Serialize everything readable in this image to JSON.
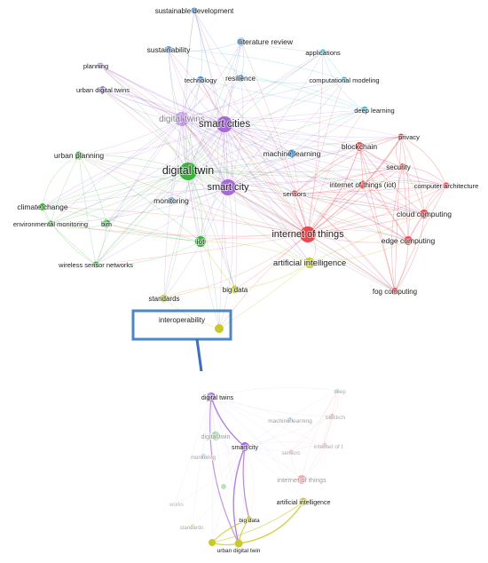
{
  "colors": {
    "red": "#e84a4f",
    "purple": "#a56ad8",
    "green": "#3cb33c",
    "blue": "#4a8fd4",
    "cyan": "#3cbcd4",
    "yellow": "#c9c92a",
    "highlight": "#4a86c8",
    "label": "#222222"
  },
  "main_network": {
    "nodes": [
      {
        "id": "sustainable_development",
        "label": "sustainable development",
        "cluster": "blue"
      },
      {
        "id": "literature_review",
        "label": "literature review",
        "cluster": "blue"
      },
      {
        "id": "sustainability",
        "label": "sustainability",
        "cluster": "blue"
      },
      {
        "id": "applications",
        "label": "applications",
        "cluster": "cyan"
      },
      {
        "id": "planning",
        "label": "planning",
        "cluster": "purple"
      },
      {
        "id": "technology",
        "label": "technology",
        "cluster": "blue"
      },
      {
        "id": "resilience",
        "label": "resilience",
        "cluster": "blue"
      },
      {
        "id": "computational_modeling",
        "label": "computational modeling",
        "cluster": "cyan"
      },
      {
        "id": "urban_digital_twins",
        "label": "urban digital twins",
        "cluster": "purple"
      },
      {
        "id": "deep_learning",
        "label": "deep learning",
        "cluster": "cyan"
      },
      {
        "id": "digital_twins",
        "label": "digital twins",
        "cluster": "purple"
      },
      {
        "id": "smart_cities",
        "label": "smart cities",
        "cluster": "purple"
      },
      {
        "id": "privacy",
        "label": "privacy",
        "cluster": "red"
      },
      {
        "id": "blockchain",
        "label": "blockchain",
        "cluster": "red"
      },
      {
        "id": "urban_planning",
        "label": "urban planning",
        "cluster": "green"
      },
      {
        "id": "machine_learning",
        "label": "machine learning",
        "cluster": "blue"
      },
      {
        "id": "security",
        "label": "security",
        "cluster": "red"
      },
      {
        "id": "digital_twin",
        "label": "digital twin",
        "cluster": "green"
      },
      {
        "id": "smart_city",
        "label": "smart city",
        "cluster": "purple"
      },
      {
        "id": "internet_of_things_iot",
        "label": "internet of things (iot)",
        "cluster": "red"
      },
      {
        "id": "computer_architecture",
        "label": "computer architecture",
        "cluster": "red"
      },
      {
        "id": "sensors",
        "label": "sensors",
        "cluster": "red"
      },
      {
        "id": "monitoring",
        "label": "monitoring",
        "cluster": "blue"
      },
      {
        "id": "climate_change",
        "label": "climate change",
        "cluster": "green"
      },
      {
        "id": "cloud_computing",
        "label": "cloud computing",
        "cluster": "red"
      },
      {
        "id": "environmental_monitoring",
        "label": "environmental monitoring",
        "cluster": "green"
      },
      {
        "id": "bim",
        "label": "bim",
        "cluster": "green"
      },
      {
        "id": "internet_of_things",
        "label": "internet of things",
        "cluster": "red"
      },
      {
        "id": "iot",
        "label": "iot",
        "cluster": "green"
      },
      {
        "id": "edge_computing",
        "label": "edge computing",
        "cluster": "red"
      },
      {
        "id": "wireless_sensor_networks",
        "label": "wireless sensor networks",
        "cluster": "green"
      },
      {
        "id": "artificial_intelligence",
        "label": "artificial intelligence",
        "cluster": "yellow"
      },
      {
        "id": "fog_computing",
        "label": "fog computing",
        "cluster": "red"
      },
      {
        "id": "big_data",
        "label": "big data",
        "cluster": "yellow"
      },
      {
        "id": "standards",
        "label": "standards",
        "cluster": "yellow"
      },
      {
        "id": "interoperability",
        "label": "interoperability",
        "cluster": "yellow"
      },
      {
        "id": "interop_node",
        "label": "",
        "cluster": "yellow"
      }
    ],
    "highlight_box_label": "interoperability"
  },
  "zoom_network": {
    "nodes": [
      {
        "id": "z_digital_twins",
        "label": "digital twins",
        "cluster": "purple"
      },
      {
        "id": "z_deep",
        "label": "deep",
        "cluster": "cyan"
      },
      {
        "id": "z_machine_learning",
        "label": "machine learning",
        "cluster": "blue"
      },
      {
        "id": "z_blockch",
        "label": "blockch",
        "cluster": "red"
      },
      {
        "id": "z_digital_twin",
        "label": "digital twin",
        "cluster": "green"
      },
      {
        "id": "z_smart_city",
        "label": "smart city",
        "cluster": "purple"
      },
      {
        "id": "z_internet_of_t",
        "label": "internet of t",
        "cluster": "red"
      },
      {
        "id": "z_monitoring",
        "label": "monitoring",
        "cluster": "blue"
      },
      {
        "id": "z_sensors",
        "label": "sensors",
        "cluster": "red"
      },
      {
        "id": "z_internet_of_things",
        "label": "internet of things",
        "cluster": "red"
      },
      {
        "id": "z_iot",
        "label": "",
        "cluster": "green"
      },
      {
        "id": "z_works",
        "label": "works",
        "cluster": "green"
      },
      {
        "id": "z_artificial_intelligence",
        "label": "artificial intelligence",
        "cluster": "yellow"
      },
      {
        "id": "z_big_data",
        "label": "big data",
        "cluster": "yellow"
      },
      {
        "id": "z_standards",
        "label": "standards",
        "cluster": "yellow"
      },
      {
        "id": "z_urban_digital_twin",
        "label": "urban digital twin",
        "cluster": "yellow"
      },
      {
        "id": "z_interop",
        "label": "",
        "cluster": "yellow"
      }
    ]
  }
}
